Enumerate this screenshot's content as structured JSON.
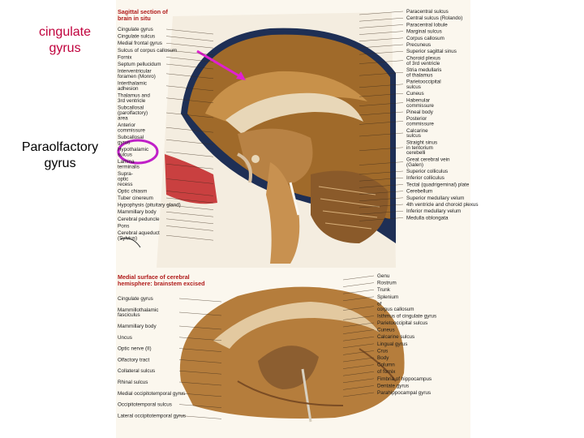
{
  "side_labels": {
    "cingulate": "cingulate\ngyrus",
    "paraolfactory": "Paraolfactory\ngyrus"
  },
  "colors": {
    "accent_arrow": "#e020d0",
    "highlight_circle": "#c020c8",
    "title_red": "#b01a1a",
    "cingulate_label": "#c0003c"
  },
  "top_figure": {
    "title": "Sagittal section of\nbrain in situ",
    "left_labels": [
      "Cingulate gyrus",
      "Cingulate sulcus",
      "Medial frontal gyrus",
      "Sulcus of corpus callosum",
      "Fornix",
      "Septum pellucidum",
      "Interventricular\nforamen (Monro)",
      "Interthalamic\nadhesion",
      "Thalamus and\n3rd ventricle",
      "Subcallosal\n(parolfactory)\narea",
      "Anterior\ncommissure",
      "Subcallosal\ngyrus",
      "Hypothalamic\nsulcus",
      "Lamina\nterminalis",
      "Supra-\noptic\nrecess",
      "Optic chiasm",
      "Tuber cinereum",
      "Hypophysis (pituitary gland)",
      "Mammillary body",
      "Cerebral peduncle",
      "Pons",
      "Cerebral aqueduct\n(Sylvius)"
    ],
    "right_labels": [
      "Paracentral sulcus",
      "Central sulcus (Rolando)",
      "Paracentral lobule",
      "Marginal sulcus",
      "Corpus callosum",
      "Precuneus",
      "Superior sagittal sinus",
      "Choroid plexus\nof 3rd ventricle",
      "Stria medullaris\nof thalamus",
      "Parietooccipital\nsulcus",
      "Cuneus",
      "Habenular\ncommissure",
      "Pineal body",
      "Posterior\ncommissure",
      "Calcarine\nsulcus",
      "Straight sinus\nin tentorium\ncerebelli",
      "Great cerebral vein\n(Galen)",
      "Superior colliculus",
      "Inferior colliculus",
      "Tectal (quadrigeminal) plate",
      "Cerebellum",
      "Superior medullary velum",
      "4th ventricle and choroid plexus",
      "Inferior medullary velum",
      "Medulla oblongata"
    ]
  },
  "bottom_figure": {
    "title": "Medial surface of cerebral\nhemisphere: brainstem excised",
    "left_labels": [
      "Cingulate gyrus",
      "Mammillothalamic\nfasciculus",
      "Mammillary body",
      "Uncus",
      "Optic nerve (II)",
      "Olfactory tract",
      "Collateral sulcus",
      "Rhinal sulcus",
      "Medial occipitotemporal gyrus",
      "Occipitotemporal sulcus",
      "Lateral occipitotemporal gyrus"
    ],
    "right_labels": [
      "Genu",
      "Rostrum",
      "Trunk",
      "Splenium",
      "of\ncorpus callosum",
      "Isthmus of cingulate gyrus",
      "Parietooccipital sulcus",
      "Cuneus",
      "Calcarine sulcus",
      "Lingual gyrus",
      "Crus",
      "Body",
      "Column",
      "of fornix",
      "Fimbria of hippocampus",
      "Dentate gyrus",
      "Parahippocampal gyrus"
    ]
  }
}
